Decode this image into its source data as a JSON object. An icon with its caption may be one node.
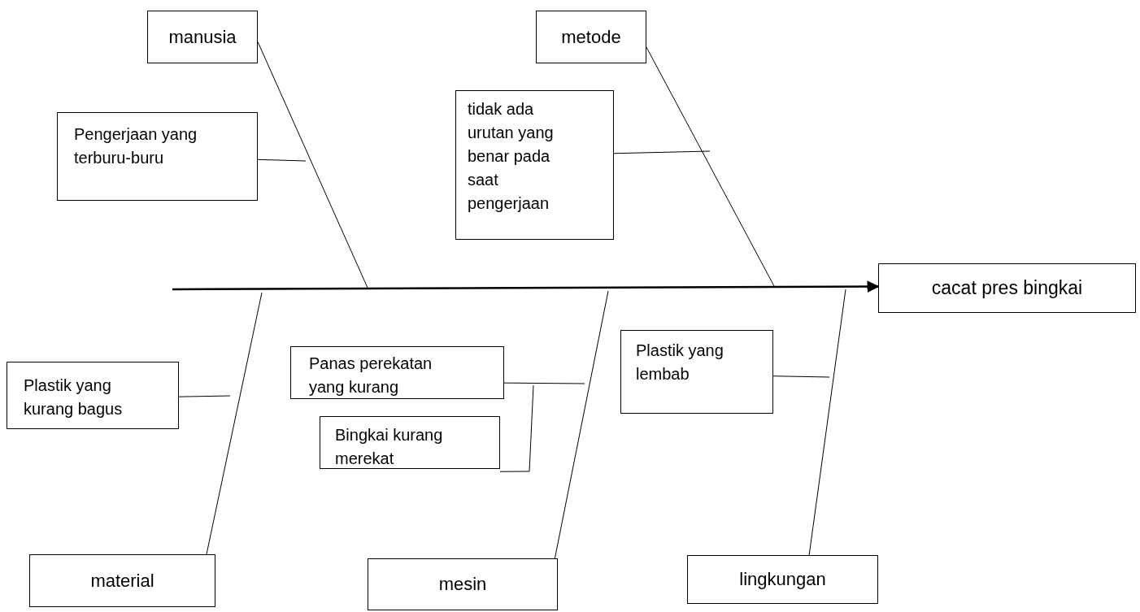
{
  "diagram": {
    "nodes": [
      {
        "text": [
          "manusia"
        ]
      },
      {
        "text": [
          "metode"
        ]
      },
      {
        "text": [
          "Pengerjaan yang terburu-buru"
        ]
      },
      {
        "text": [
          "tidak ada urutan yang benar pada saat pengerjaan"
        ]
      },
      {
        "text": [
          "cacat pres bingkai"
        ]
      },
      {
        "text": [
          "Plastik yang kurang bagus"
        ]
      },
      {
        "text": [
          "Panas perekatan yang kurang"
        ]
      },
      {
        "text": [
          "Bingkai kurang merekat"
        ]
      },
      {
        "text": [
          "Plastik yang lembab"
        ]
      },
      {
        "text": [
          "material"
        ]
      },
      {
        "text": [
          "mesin"
        ]
      },
      {
        "text": [
          "lingkungan"
        ]
      }
    ],
    "edges": [
      {
        "from": null,
        "to": 4,
        "arrow": "to"
      },
      {
        "from": 0,
        "to": null,
        "arrow": "none"
      },
      {
        "from": 1,
        "to": null,
        "arrow": "none"
      },
      {
        "from": 9,
        "to": null,
        "arrow": "none"
      },
      {
        "from": 10,
        "to": null,
        "arrow": "none"
      },
      {
        "from": 11,
        "to": null,
        "arrow": "none"
      },
      {
        "from": 2,
        "to": null,
        "arrow": "none"
      },
      {
        "from": 3,
        "to": null,
        "arrow": "none"
      },
      {
        "from": 5,
        "to": null,
        "arrow": "none"
      },
      {
        "from": 6,
        "to": null,
        "arrow": "none"
      },
      {
        "from": 7,
        "to": null,
        "arrow": "none"
      },
      {
        "from": 8,
        "to": null,
        "arrow": "none"
      }
    ]
  }
}
